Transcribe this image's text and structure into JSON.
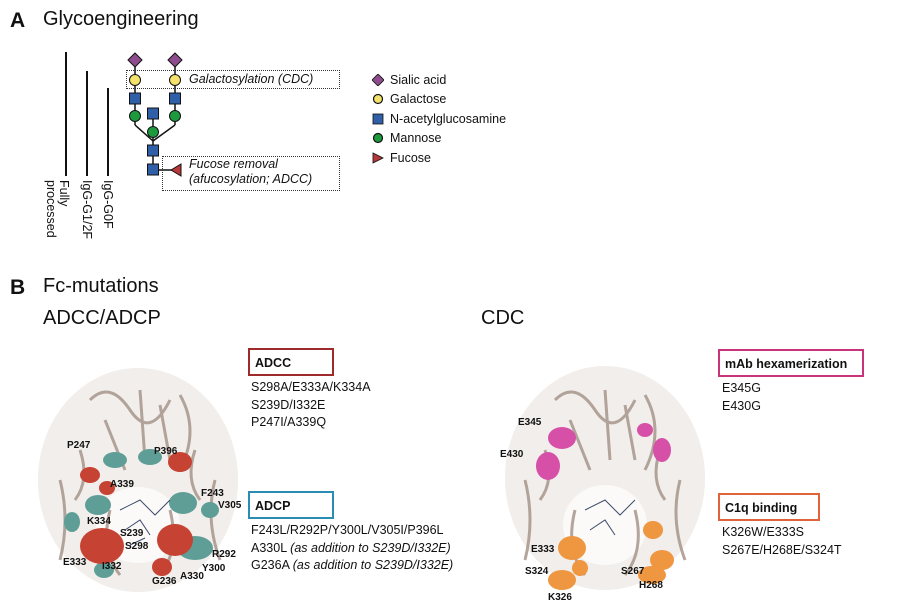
{
  "panel_a": {
    "letter": "A",
    "title": "Glycoengineering",
    "glycoform_labels": [
      "Fully\nprocessed",
      "IgG-G1/2F",
      "IgG-G0F"
    ],
    "annotations": {
      "galactosylation": "Galactosylation (CDC)",
      "fucose_line1": "Fucose removal",
      "fucose_line2": "(afucosylation; ADCC)"
    },
    "legend": [
      {
        "label": "Sialic acid",
        "shape": "diamond",
        "color": "#8e4b8e"
      },
      {
        "label": "Galactose",
        "shape": "circle",
        "color": "#f5e26a"
      },
      {
        "label": "N-acetylglucosamine",
        "shape": "square",
        "color": "#2f5fa6"
      },
      {
        "label": "Mannose",
        "shape": "circle",
        "color": "#1e9a3e"
      },
      {
        "label": "Fucose",
        "shape": "triangle",
        "color": "#b8373a"
      }
    ]
  },
  "panel_b": {
    "letter": "B",
    "title": "Fc-mutations",
    "left": {
      "subtitle": "ADCC/ADCP",
      "residue_labels": [
        "P247",
        "A339",
        "P396",
        "F243",
        "V305",
        "K334",
        "S239",
        "S298",
        "E333",
        "I332",
        "G236",
        "A330",
        "Y300",
        "R292"
      ],
      "groups": [
        {
          "title": "ADCC",
          "color": "#9e2a2b",
          "mutations": [
            "S298A/E333A/K334A",
            "S239D/I332E",
            "P247I/A339Q"
          ]
        },
        {
          "title": "ADCP",
          "color": "#2a8bb3",
          "mutations": [
            {
              "main": "F243L/R292P/Y300L/V305I/P396L",
              "note": ""
            },
            {
              "main": "A330L ",
              "note": "(as addition to S239D/I332E)"
            },
            {
              "main": "G236A ",
              "note": "(as addition to S239D/I332E)"
            }
          ]
        }
      ]
    },
    "right": {
      "subtitle": "CDC",
      "residue_labels": [
        "E345",
        "E430",
        "E333",
        "S324",
        "K326",
        "S267",
        "H268"
      ],
      "groups": [
        {
          "title": "mAb hexamerization",
          "color": "#c9337a",
          "mutations": [
            "E345G",
            "E430G"
          ]
        },
        {
          "title": "C1q binding",
          "color": "#e0633a",
          "mutations": [
            "K326W/E333S",
            "S267E/H268E/S324T"
          ]
        }
      ]
    }
  }
}
